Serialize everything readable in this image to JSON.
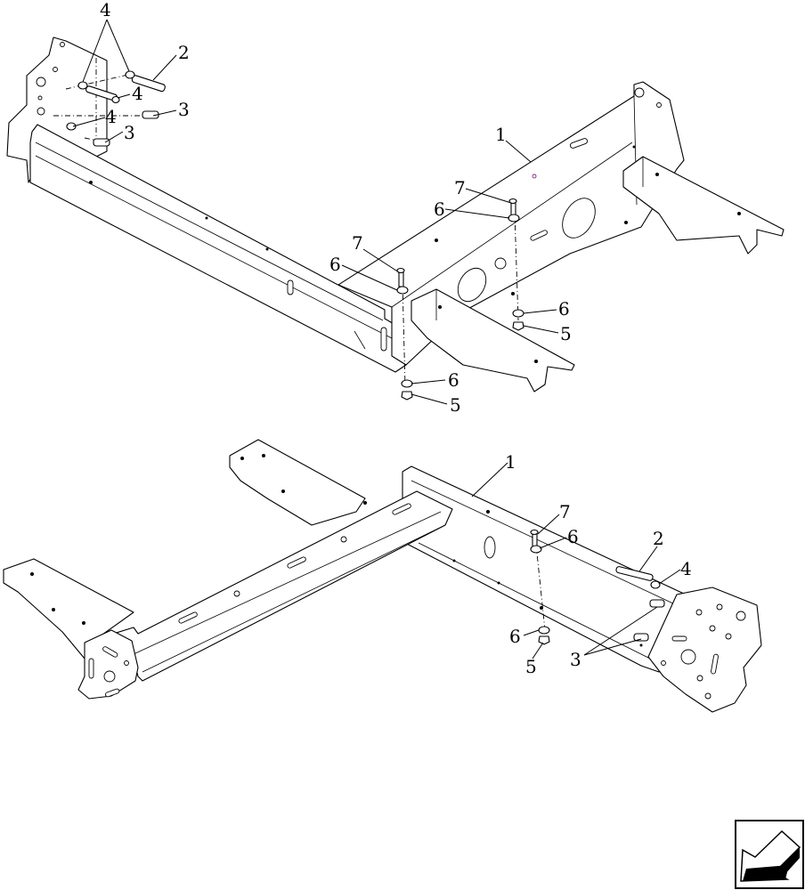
{
  "diagram": {
    "top_view_callouts": [
      {
        "id": "top-4a",
        "label": "4"
      },
      {
        "id": "top-2",
        "label": "2"
      },
      {
        "id": "top-4b",
        "label": "4"
      },
      {
        "id": "top-3a",
        "label": "3"
      },
      {
        "id": "top-4c",
        "label": "4"
      },
      {
        "id": "top-3b",
        "label": "3"
      },
      {
        "id": "top-1",
        "label": "1"
      },
      {
        "id": "top-7a",
        "label": "7"
      },
      {
        "id": "top-6a",
        "label": "6"
      },
      {
        "id": "top-7b",
        "label": "7"
      },
      {
        "id": "top-6b",
        "label": "6"
      },
      {
        "id": "top-6c",
        "label": "6"
      },
      {
        "id": "top-5a",
        "label": "5"
      },
      {
        "id": "top-6d",
        "label": "6"
      },
      {
        "id": "top-5b",
        "label": "5"
      }
    ],
    "bottom_view_callouts": [
      {
        "id": "bot-1",
        "label": "1"
      },
      {
        "id": "bot-7",
        "label": "7"
      },
      {
        "id": "bot-6a",
        "label": "6"
      },
      {
        "id": "bot-2",
        "label": "2"
      },
      {
        "id": "bot-4",
        "label": "4"
      },
      {
        "id": "bot-6b",
        "label": "6"
      },
      {
        "id": "bot-5",
        "label": "5"
      },
      {
        "id": "bot-3",
        "label": "3"
      }
    ],
    "nav_icon": "previous-page-arrow-icon"
  }
}
